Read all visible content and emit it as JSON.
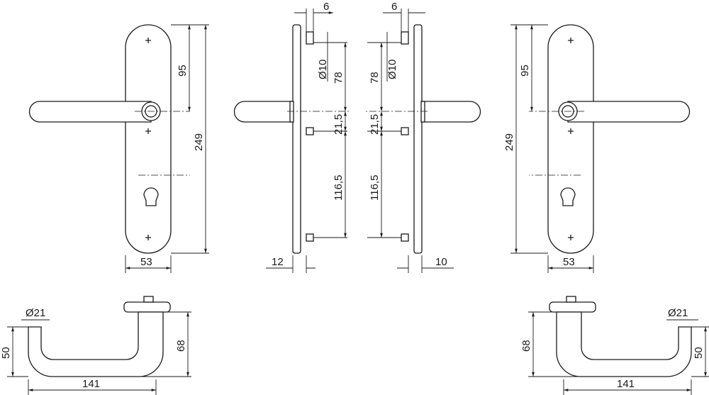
{
  "front_left": {
    "height_upper": "95",
    "height_total": "249",
    "width": "53"
  },
  "side_left": {
    "pin_offset": "6",
    "pin_diameter": "Ø10",
    "dim_upper": "78",
    "dim_mid": "21,5",
    "dim_lower": "116,5",
    "plate_thickness": "12"
  },
  "side_right": {
    "pin_offset": "6",
    "pin_diameter": "Ø10",
    "dim_upper": "78",
    "dim_mid": "21,5",
    "dim_lower": "116,5",
    "plate_thickness": "10"
  },
  "front_right": {
    "height_upper": "95",
    "height_total": "249",
    "width": "53"
  },
  "top_left": {
    "diameter": "Ø21",
    "height_lever": "50",
    "height_total": "68",
    "length": "141"
  },
  "top_right": {
    "diameter": "Ø21",
    "height_lever": "68",
    "height_total": "50",
    "length": "141"
  }
}
